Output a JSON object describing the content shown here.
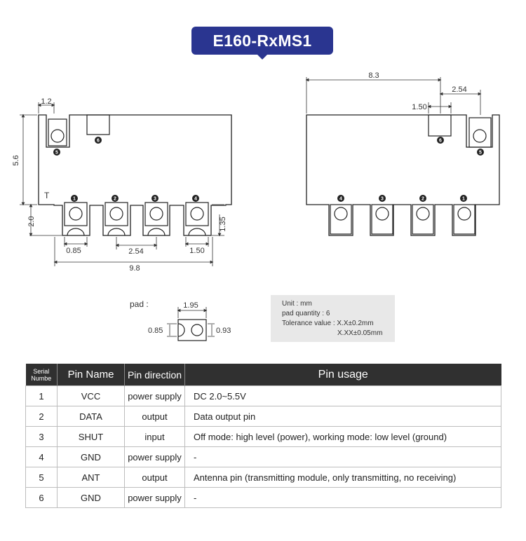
{
  "title": "E160-RxMS1",
  "left_view": {
    "dim_top": "1.2",
    "dim_height": "5.6",
    "dim_leg_height": "2.0",
    "dim_pad_height": "1.35",
    "dim_pad_width_left": "0.85",
    "dim_pitch": "2.54",
    "dim_pad_width_right": "1.50",
    "dim_total_width": "9.8",
    "mark_T": "T",
    "pins_bottom": [
      "1",
      "2",
      "3",
      "4"
    ],
    "pin_ant": "5",
    "pin_gnd": "6"
  },
  "right_view": {
    "dim_width": "8.3",
    "dim_pitch": "2.54",
    "dim_pad": "1.50",
    "pins_bottom": [
      "4",
      "3",
      "2",
      "1"
    ],
    "pin_ant": "5",
    "pin_gnd": "6"
  },
  "pad": {
    "label": "pad :",
    "dim_width": "1.95",
    "dim_left": "0.85",
    "dim_right": "0.93"
  },
  "specs": {
    "unit": "Unit : mm",
    "quantity": "pad quantity : 6",
    "tolerance": "Tolerance value : X.X±0.2mm",
    "tolerance2": "X.XX±0.05mm"
  },
  "table": {
    "headers": [
      "Serial Numbe",
      "Pin Name",
      "Pin direction",
      "Pin usage"
    ],
    "rows": [
      {
        "num": "1",
        "name": "VCC",
        "dir": "power supply",
        "usage": "DC 2.0~5.5V"
      },
      {
        "num": "2",
        "name": "DATA",
        "dir": "output",
        "usage": "Data output pin"
      },
      {
        "num": "3",
        "name": "SHUT",
        "dir": "input",
        "usage": "Off mode: high level (power), working mode: low level (ground)"
      },
      {
        "num": "4",
        "name": "GND",
        "dir": "power supply",
        "usage": "-"
      },
      {
        "num": "5",
        "name": "ANT",
        "dir": "output",
        "usage": "Antenna pin (transmitting module, only transmitting, no receiving)"
      },
      {
        "num": "6",
        "name": "GND",
        "dir": "power supply",
        "usage": "-"
      }
    ]
  }
}
